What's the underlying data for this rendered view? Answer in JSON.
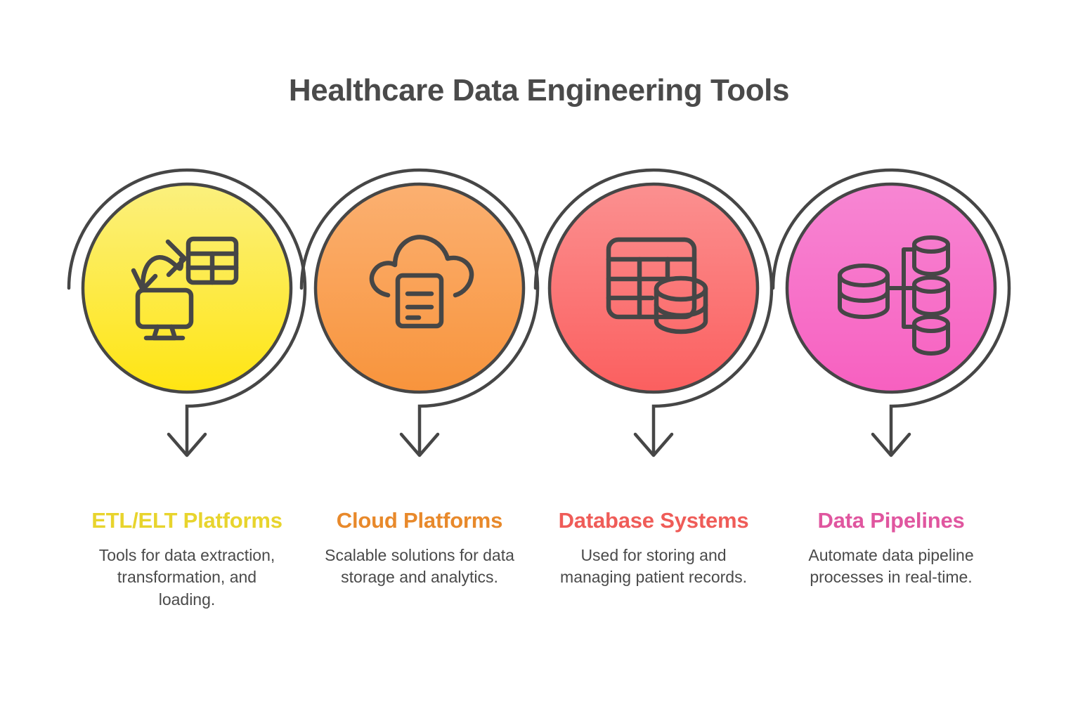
{
  "title": "Healthcare Data Engineering Tools",
  "theme": {
    "background": "#ffffff",
    "title_color": "#4a4a4a",
    "stroke_color": "#464646",
    "body_text_color": "#4a4a4a"
  },
  "columns": [
    {
      "heading": "ETL/ELT Platforms",
      "description": "Tools for data extraction, transformation, and loading.",
      "heading_color": "#E8D42D",
      "circle_gradient_top": "#FBF07E",
      "circle_gradient_bottom": "#FFE512",
      "icon": "etl-transform-icon"
    },
    {
      "heading": "Cloud Platforms",
      "description": "Scalable solutions for data storage and analytics.",
      "heading_color": "#E8892B",
      "circle_gradient_top": "#FBB071",
      "circle_gradient_bottom": "#F8943C",
      "icon": "cloud-document-icon"
    },
    {
      "heading": "Database Systems",
      "description": "Used for storing and managing patient records.",
      "heading_color": "#EF5C58",
      "circle_gradient_top": "#FB9090",
      "circle_gradient_bottom": "#FB5F5F",
      "icon": "database-table-icon"
    },
    {
      "heading": "Data Pipelines",
      "description": "Automate data pipeline processes in real-time.",
      "heading_color": "#E0569F",
      "circle_gradient_top": "#F786D3",
      "circle_gradient_bottom": "#F760C0",
      "icon": "data-pipeline-icon"
    }
  ]
}
